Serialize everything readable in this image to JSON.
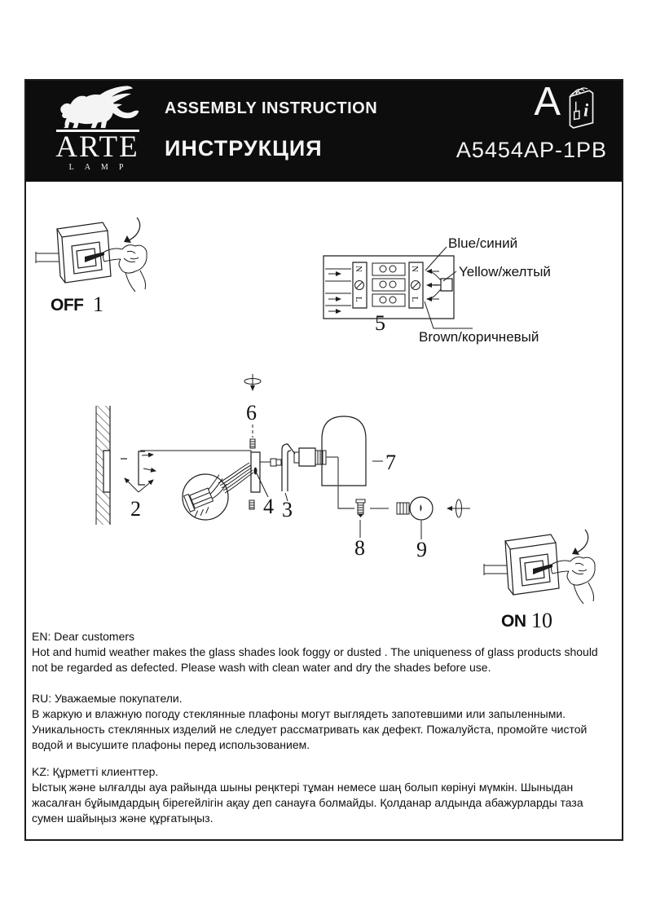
{
  "header": {
    "brand": "ARTE",
    "brand_sub": "LAMP",
    "title_primary": "ASSEMBLY INSTRUCTION",
    "title_secondary": "ИНСТРУКЦИЯ",
    "mount_type": "A",
    "model": "A5454AP-1PB",
    "booklet_letter": "i"
  },
  "diagram": {
    "switch_off": "OFF",
    "switch_on": "ON",
    "steps": {
      "s1": "1",
      "s2": "2",
      "s3": "3",
      "s4": "4",
      "s5": "5",
      "s6": "6",
      "s7": "7",
      "s8": "8",
      "s9": "9",
      "s10": "10"
    },
    "wires": {
      "blue": "Blue/синий",
      "yellow": "Yellow/желтый",
      "brown": "Brown/коричневый"
    },
    "terminal": {
      "neutral": "N",
      "live": "L"
    }
  },
  "notes": {
    "en": {
      "title": "EN: Dear customers",
      "body": "Hot and humid weather makes the glass shades look foggy or dusted . The uniqueness of glass products should not be regarded as defected.  Please wash with clean water and dry the shades before use."
    },
    "ru": {
      "title": "RU: Уважаемые покупатели.",
      "body": "В жаркую и влажную погоду стеклянные плафоны могут выглядеть запотевшими или запыленными. Уникальность стеклянных изделий не следует рассматривать как дефект. Пожалуйста, промойте чистой водой и высушите плафоны перед использованием."
    },
    "kz": {
      "title": "KZ: Құрметті клиенттер.",
      "body": "Ыстық және ылғалды ауа райында шыны реңктері тұман немесе шаң болып көрінуі мүмкін. Шыныдан жасалған бұйымдардың бірегейлігін ақау деп санауға болмайды. Қолданар алдында абажурларды таза сумен шайыңыз және құрғатыңыз."
    }
  },
  "colors": {
    "header_bg": "#0d0d0d",
    "ink": "#1c1c1c",
    "paper": "#ffffff"
  }
}
